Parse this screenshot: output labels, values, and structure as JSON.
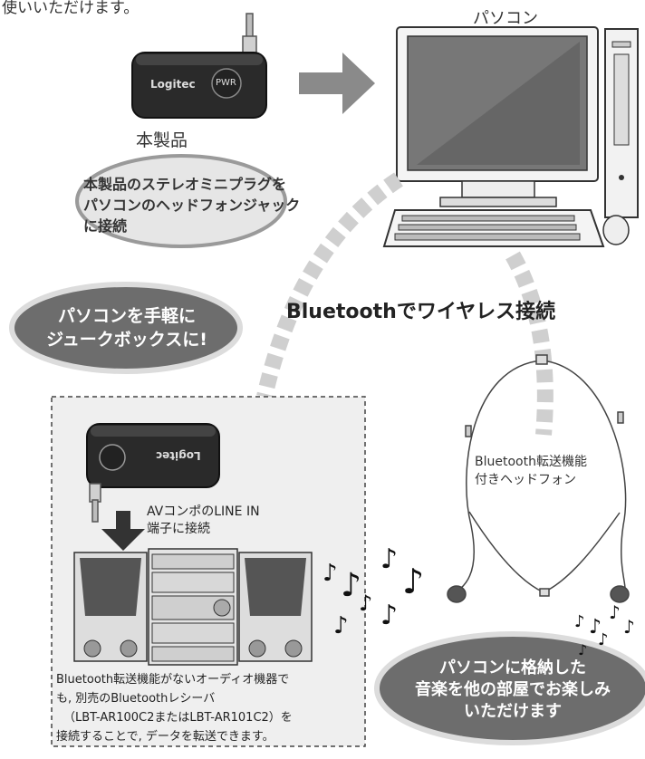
{
  "top_text": "使いいただけます。",
  "pc_label": "パソコン",
  "device_label": "本製品",
  "device_brand": "Logitec",
  "device_button": "PWR",
  "connect_note": [
    "本製品のステレオミニプラグを",
    "パソコンのヘッドフォンジャック",
    "に接続"
  ],
  "jukebox_bubble": [
    "パソコンを手軽に",
    "ジュークボックスに!"
  ],
  "wireless_title": "Bluetoothでワイヤレス接続",
  "headphone_label": [
    "Bluetooth転送機能",
    "付きヘッドフォン"
  ],
  "av_instruction": [
    "AVコンポのLINE IN",
    "端子に接続"
  ],
  "receiver_brand": "Logitec",
  "receiver_note": [
    "Bluetooth転送機能がないオーディオ機器で",
    "も, 別売のBluetoothレシーバ",
    "（LBT-AR100C2またはLBT-AR101C2）を",
    "接続することで, データを転送できます。"
  ],
  "music_bubble": [
    "パソコンに格納した",
    "音楽を他の部屋でお楽しみ",
    "いただけます"
  ],
  "note_glyph": "♪",
  "colors": {
    "bubble_dark": "#6d6d6d",
    "bubble_light": "#e3e3e3",
    "panel_bg": "#efefef",
    "device_dark": "#2a2a2a"
  }
}
